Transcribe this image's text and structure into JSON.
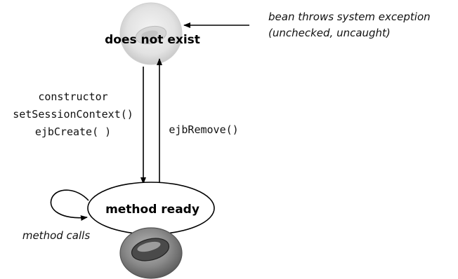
{
  "states": {
    "does_not_exist": "does not exist",
    "method_ready": "method ready"
  },
  "transitions": {
    "create_line1": "constructor",
    "create_line2": "setSessionContext()",
    "create_line3": "ejbCreate( )",
    "remove": "ejbRemove()",
    "self_loop": "method calls"
  },
  "note": {
    "line1": "bean throws system exception",
    "line2": "(unchecked, uncaught)"
  },
  "colors": {
    "ghost_fill": "#e6e6e6",
    "bean_fill": "#8c8c8c",
    "stroke": "#000000"
  }
}
